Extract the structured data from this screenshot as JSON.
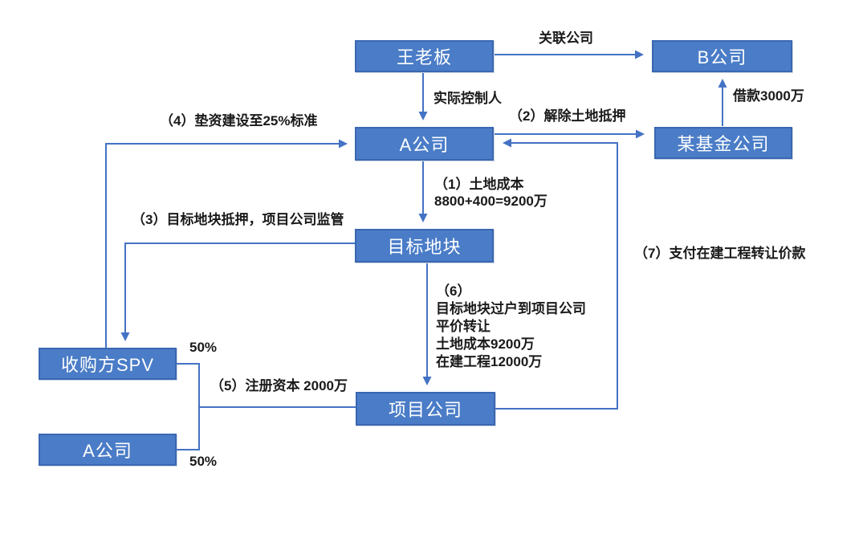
{
  "diagram": {
    "nodes": {
      "boss": {
        "label": "王老板"
      },
      "company_b": {
        "label": "B公司"
      },
      "company_a_top": {
        "label": "A公司"
      },
      "fund_company": {
        "label": "某基金公司"
      },
      "target_land": {
        "label": "目标地块"
      },
      "acquirer_spv": {
        "label": "收购方SPV"
      },
      "project_company": {
        "label": "项目公司"
      },
      "company_a_bottom": {
        "label": "A公司"
      }
    },
    "edge_labels": {
      "affiliated": {
        "label": "关联公司"
      },
      "controller": {
        "label": "实际控制人"
      },
      "loan": {
        "label": "借款3000万"
      },
      "step1": {
        "label": "（1）土地成本\n8800+400=9200万"
      },
      "step2": {
        "label": "（2）解除土地抵押"
      },
      "step3": {
        "label": "（3）目标地块抵押，项目公司监管"
      },
      "step4": {
        "label": "（4）垫资建设至25%标准"
      },
      "step5": {
        "label": "（5）注册资本 2000万"
      },
      "step6": {
        "label": "（6）\n目标地块过户到项目公司\n平价转让\n土地成本9200万\n在建工程12000万"
      },
      "step7": {
        "label": "（7）支付在建工程转让价款"
      },
      "share_top": {
        "label": "50%"
      },
      "share_bottom": {
        "label": "50%"
      }
    },
    "colors": {
      "box_fill": "#4a7cc7",
      "box_border": "#3a67b1",
      "connector": "#4472c4",
      "label_text": "#1a1a1a",
      "node_text": "#ffffff"
    }
  }
}
